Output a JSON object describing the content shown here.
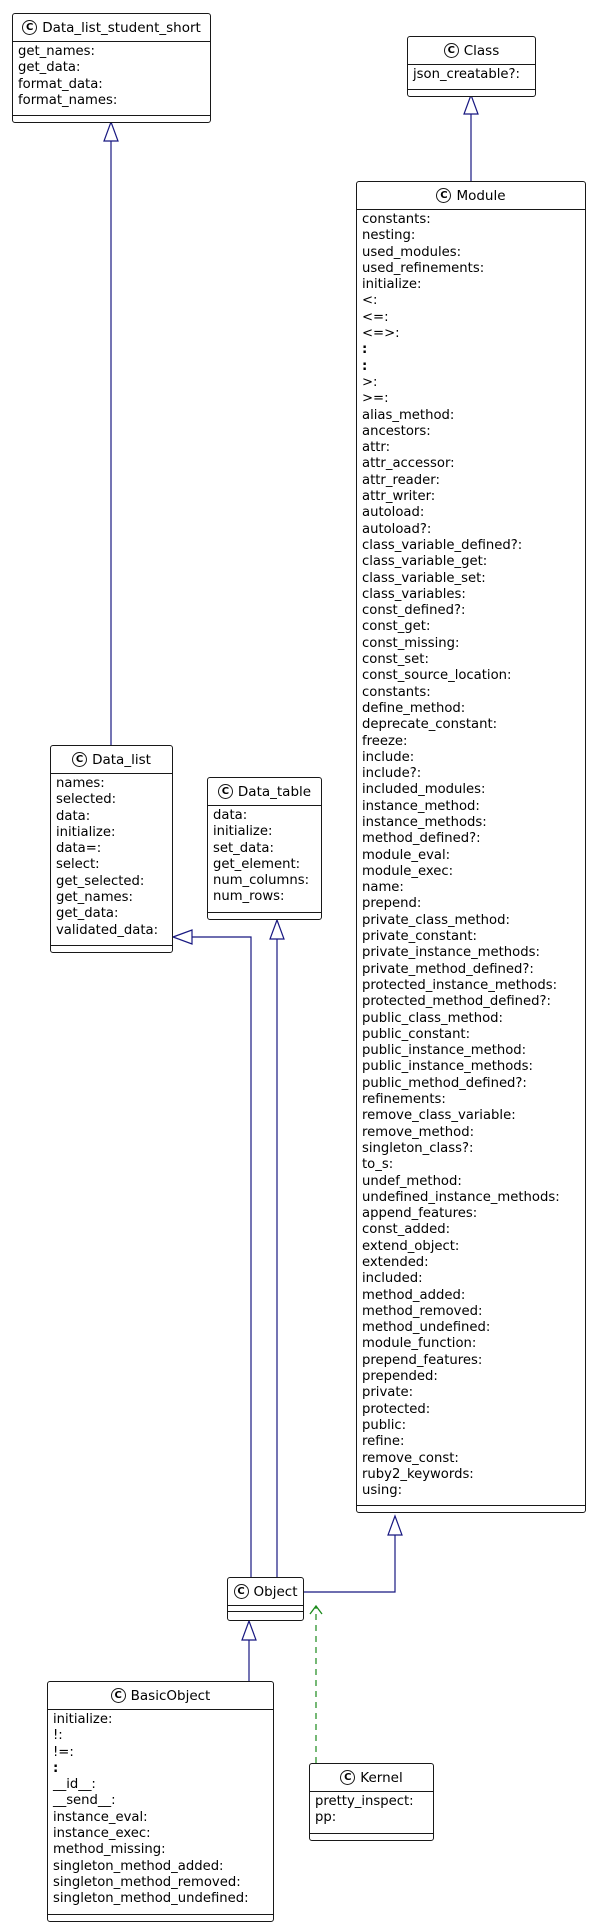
{
  "classes": {
    "data_list_student_short": {
      "name": "Data_list_student_short",
      "methods": [
        "get_names:",
        "get_data:",
        "format_data:",
        "format_names:"
      ]
    },
    "class_class": {
      "name": "Class",
      "methods": [
        "json_creatable?:"
      ]
    },
    "module": {
      "name": "Module",
      "methods": [
        "constants:",
        "nesting:",
        "used_modules:",
        "used_refinements:",
        "initialize:",
        "<:",
        "<=:",
        "<=>:",
        ":",
        ":",
        ">:",
        ">=:",
        "alias_method:",
        "ancestors:",
        "attr:",
        "attr_accessor:",
        "attr_reader:",
        "attr_writer:",
        "autoload:",
        "autoload?:",
        "class_variable_defined?:",
        "class_variable_get:",
        "class_variable_set:",
        "class_variables:",
        "const_defined?:",
        "const_get:",
        "const_missing:",
        "const_set:",
        "const_source_location:",
        "constants:",
        "define_method:",
        "deprecate_constant:",
        "freeze:",
        "include:",
        "include?:",
        "included_modules:",
        "instance_method:",
        "instance_methods:",
        "method_defined?:",
        "module_eval:",
        "module_exec:",
        "name:",
        "prepend:",
        "private_class_method:",
        "private_constant:",
        "private_instance_methods:",
        "private_method_defined?:",
        "protected_instance_methods:",
        "protected_method_defined?:",
        "public_class_method:",
        "public_constant:",
        "public_instance_method:",
        "public_instance_methods:",
        "public_method_defined?:",
        "refinements:",
        "remove_class_variable:",
        "remove_method:",
        "singleton_class?:",
        "to_s:",
        "undef_method:",
        "undefined_instance_methods:",
        "append_features:",
        "const_added:",
        "extend_object:",
        "extended:",
        "included:",
        "method_added:",
        "method_removed:",
        "method_undefined:",
        "module_function:",
        "prepend_features:",
        "prepended:",
        "private:",
        "protected:",
        "public:",
        "refine:",
        "remove_const:",
        "ruby2_keywords:",
        "using:"
      ]
    },
    "data_list": {
      "name": "Data_list",
      "methods": [
        "names:",
        "selected:",
        "data:",
        "initialize:",
        "data=:",
        "select:",
        "get_selected:",
        "get_names:",
        "get_data:",
        "validated_data:"
      ]
    },
    "data_table": {
      "name": "Data_table",
      "methods": [
        "data:",
        "initialize:",
        "set_data:",
        "get_element:",
        "num_columns:",
        "num_rows:"
      ]
    },
    "object": {
      "name": "Object",
      "methods": []
    },
    "basic_object": {
      "name": "BasicObject",
      "methods": [
        "initialize:",
        "!:",
        "!=:",
        ":",
        "__id__:",
        "__send__:",
        "instance_eval:",
        "instance_exec:",
        "method_missing:",
        "singleton_method_added:",
        "singleton_method_removed:",
        "singleton_method_undefined:"
      ]
    },
    "kernel": {
      "name": "Kernel",
      "methods": [
        "pretty_inspect:",
        "pp:"
      ]
    }
  },
  "class_icon_letter": "C",
  "colors": {
    "inheritance": "#181881",
    "dependency": "#1a8a1a",
    "border": "#181818"
  }
}
